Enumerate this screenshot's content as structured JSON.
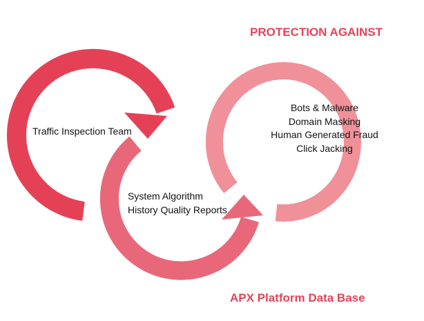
{
  "colors": {
    "cycle_1": "#e54156",
    "cycle_2": "#e8687a",
    "cycle_3": "#f09098",
    "heading": "#e5435a"
  },
  "headings": {
    "protection": "PROTECTION AGAINST",
    "platform": "APX Platform Data Base"
  },
  "cycles": {
    "traffic": {
      "label": "Traffic Inspection Team"
    },
    "system": {
      "lines": [
        "System Algorithm",
        "History Quality Reports"
      ]
    },
    "protection": {
      "lines": [
        "Bots & Malware",
        "Domain Masking",
        "Human Generated Fraud",
        "Click Jacking"
      ]
    }
  }
}
